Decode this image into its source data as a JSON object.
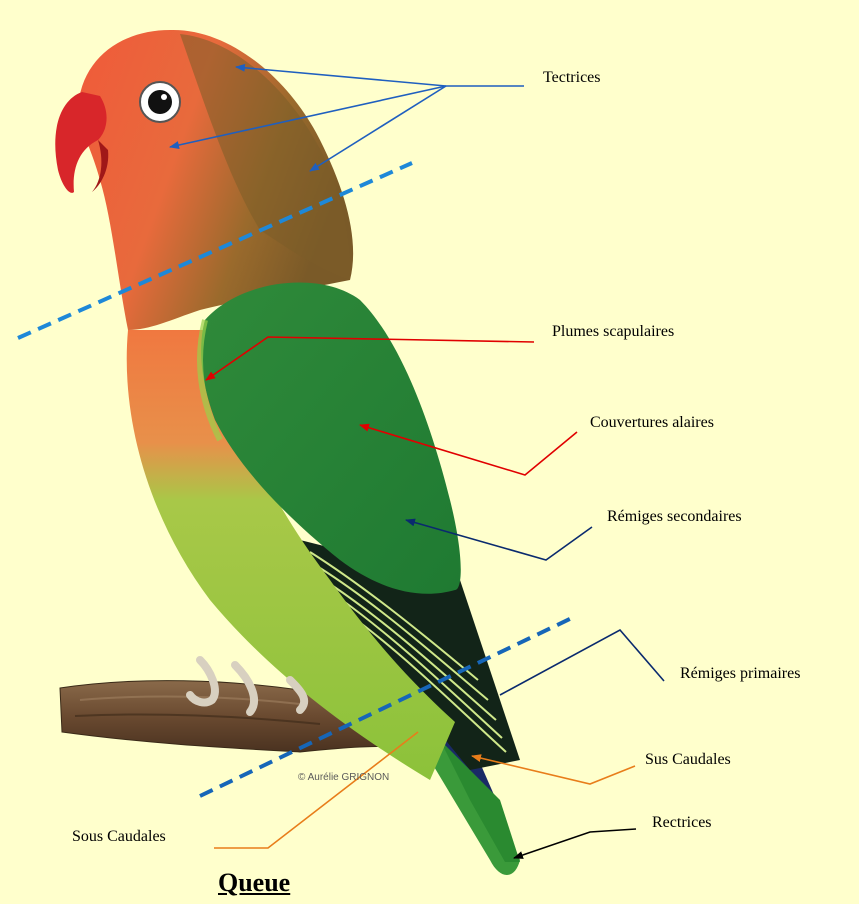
{
  "labels": {
    "tectrices": "Tectrices",
    "plumes_scapulaires": "Plumes scapulaires",
    "couvertures_alaires": "Couvertures alaires",
    "remiges_secondaires": "Rémiges secondaires",
    "remiges_primaires": "Rémiges primaires",
    "sus_caudales": "Sus Caudales",
    "rectrices": "Rectrices",
    "sous_caudales": "Sous Caudales"
  },
  "title": "Queue",
  "credit": "© Aurélie GRIGNON",
  "colors": {
    "background": "#ffffcc",
    "tectrices_leader": "#1f5fbf",
    "scapulaires_leader": "#e00000",
    "couvertures_leader": "#e00000",
    "secondaires_leader": "#0a2a6e",
    "primaires_leader": "#0a2a6e",
    "sus_caudales_leader": "#e87d1a",
    "sous_caudales_leader": "#e87d1a",
    "rectrices_leader": "#000000",
    "division_line": "#1e88d8"
  }
}
